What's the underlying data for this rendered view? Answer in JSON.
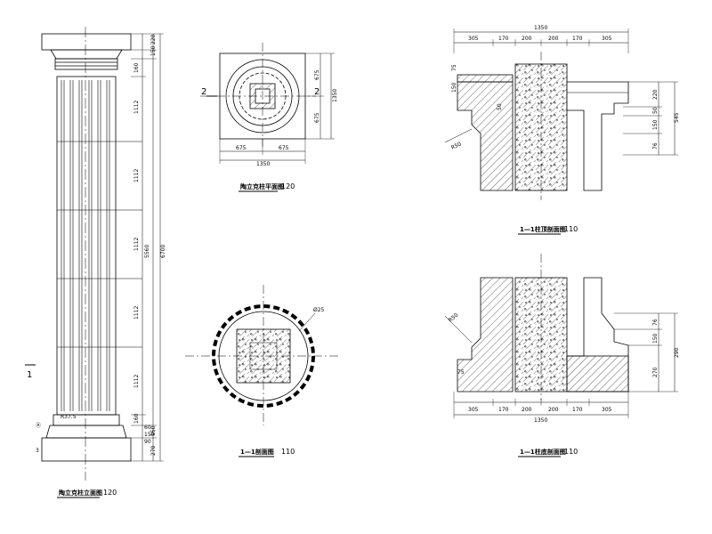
{
  "column_elevation": {
    "title": "陶立克柱立面图",
    "scale": "120",
    "section_mark": "1",
    "heights_right": [
      "220",
      "150",
      "160",
      "1112",
      "1112",
      "1112",
      "1112",
      "1112",
      "160",
      "150",
      "270"
    ],
    "total_inner": "5560",
    "total_outer": "6700",
    "shaft_lower_dim": "R37.5",
    "base_dims": [
      "60",
      "150",
      "90"
    ],
    "base_left_dims": [
      "Ⓐ",
      "3"
    ]
  },
  "capital_plan": {
    "title": "陶立克柱平面图",
    "scale": "120",
    "section_mark_left": "2",
    "section_mark_right": "2",
    "dims_right": [
      "675",
      "675"
    ],
    "dim_right_total": "1350",
    "dims_bottom": [
      "675",
      "675"
    ],
    "dim_bottom_total": "1350"
  },
  "section_1_1": {
    "title": "1—1剖面图",
    "scale": "110",
    "callout": "Ø25"
  },
  "top_section": {
    "title": "1—1柱顶剖面图",
    "scale": "110",
    "dims_top": [
      "305",
      "170",
      "200",
      "200",
      "170",
      "305"
    ],
    "dim_top_total": "1350",
    "dims_right": [
      "220",
      "50",
      "150",
      "76"
    ],
    "dim_right_total": "545",
    "left_labels": [
      "75",
      "150"
    ],
    "callout": "R50",
    "inner_label": "50"
  },
  "base_section": {
    "title": "1—1柱底剖面图",
    "scale": "110",
    "dims_bottom": [
      "305",
      "170",
      "200",
      "200",
      "170",
      "305"
    ],
    "dim_bottom_total": "1350",
    "dims_right": [
      "76",
      "150",
      "270"
    ],
    "dim_right_total": "290",
    "callout": "R50",
    "left_label": "75"
  }
}
